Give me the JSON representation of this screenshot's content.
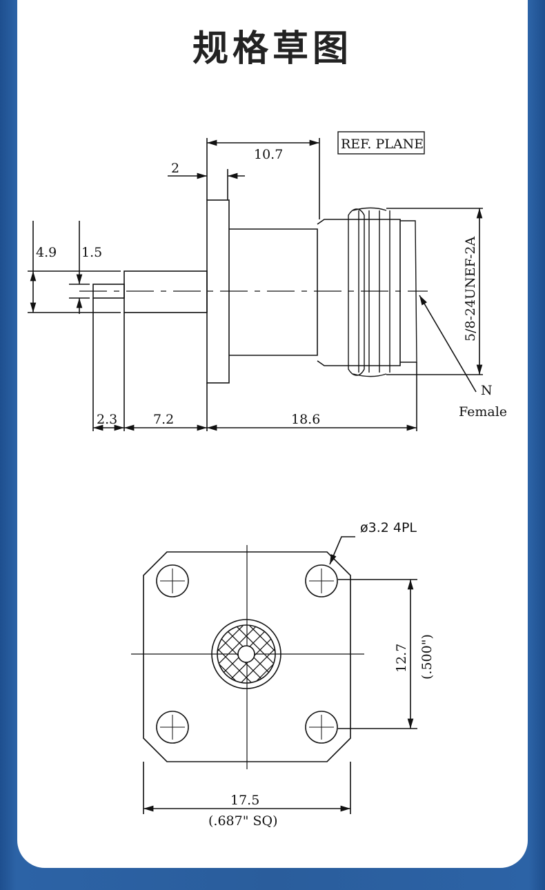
{
  "title": "规格草图",
  "side_view": {
    "dim_10_7": "10.7",
    "dim_2": "2",
    "ref_plane": "REF. PLANE",
    "dim_4_9": "4.9",
    "dim_1_5": "1.5",
    "thread_spec": "5/8-24UNEF-2A",
    "label_n": "N",
    "label_female": "Female",
    "dim_2_3": "2.3",
    "dim_7_2": "7.2",
    "dim_18_6": "18.6"
  },
  "front_view": {
    "hole_spec": "ø3.2 4PL",
    "dim_12_7": "12.7",
    "dim_500": "(.500\")",
    "dim_17_5": "17.5",
    "dim_687": "(.687\" SQ)"
  }
}
